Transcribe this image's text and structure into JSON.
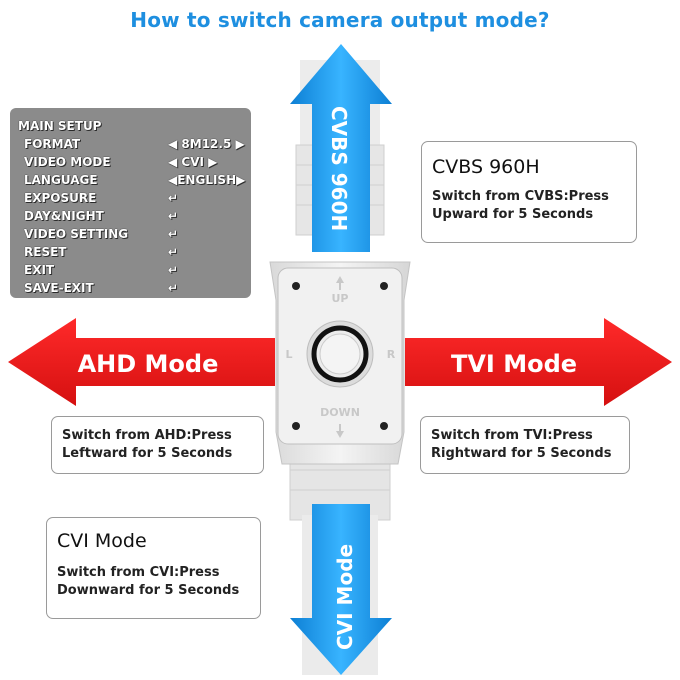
{
  "title": "How to switch camera output mode?",
  "menu": {
    "header": "MAIN SETUP",
    "items": [
      {
        "label": "FORMAT",
        "value": "◀ 8M12.5 ▶"
      },
      {
        "label": "VIDEO MODE",
        "value": "◀ CVI ▶"
      },
      {
        "label": "LANGUAGE",
        "value": "◀ENGLISH▶"
      },
      {
        "label": "EXPOSURE",
        "value": "↵"
      },
      {
        "label": "DAY&NIGHT",
        "value": "↵"
      },
      {
        "label": "VIDEO SETTING",
        "value": "↵"
      },
      {
        "label": "RESET",
        "value": "↵"
      },
      {
        "label": "EXIT",
        "value": "↵"
      },
      {
        "label": "SAVE-EXIT",
        "value": "↵"
      }
    ]
  },
  "arrows": {
    "up": "CVBS 960H",
    "down": "CVI Mode",
    "left": "AHD Mode",
    "right": "TVI Mode"
  },
  "joystick": {
    "up": "UP",
    "down": "DOWN",
    "left": "L",
    "right": "R"
  },
  "boxes": {
    "cvbs": {
      "title": "CVBS 960H",
      "line1": "Switch from CVBS:Press",
      "line2": "Upward for 5 Seconds"
    },
    "ahd": {
      "line1": "Switch from AHD:Press",
      "line2": "Leftward for 5 Seconds"
    },
    "tvi": {
      "line1": "Switch from TVI:Press",
      "line2": "Rightward for 5 Seconds"
    },
    "cvi": {
      "title": "CVI Mode",
      "line1": "Switch from CVI:Press",
      "line2": "Downward for 5 Seconds"
    }
  },
  "colors": {
    "title": "#1e8fe0",
    "blue_arrow": "#1592e6",
    "red_arrow": "#e41e1e",
    "menu_bg": "#8b8b8b"
  }
}
